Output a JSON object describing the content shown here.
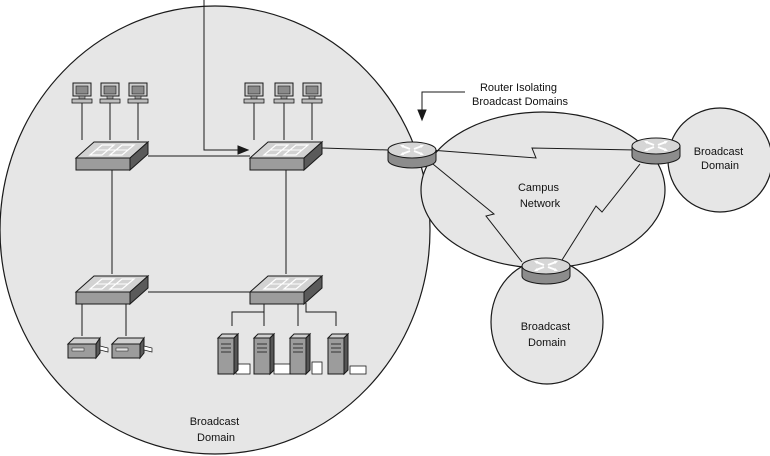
{
  "colors": {
    "domain_fill": "#e6e6e6",
    "stroke": "#1a1a1a",
    "device_light": "#cfcfcf",
    "device_mid": "#9c9c9c",
    "device_dark": "#555555"
  },
  "labels": {
    "router_callout": [
      "Router Isolating",
      "Broadcast Domains"
    ],
    "campus": [
      "Campus",
      "Network"
    ],
    "domain_right": [
      "Broadcast",
      "Domain"
    ],
    "domain_bottom": [
      "Broadcast",
      "Domain"
    ],
    "domain_left": [
      "Broadcast",
      "Domain"
    ]
  },
  "icons": {
    "pc": "desktop-computer-icon",
    "switch": "lan-switch-icon",
    "router": "router-icon",
    "printer": "printer-icon",
    "server": "server-tower-icon"
  }
}
